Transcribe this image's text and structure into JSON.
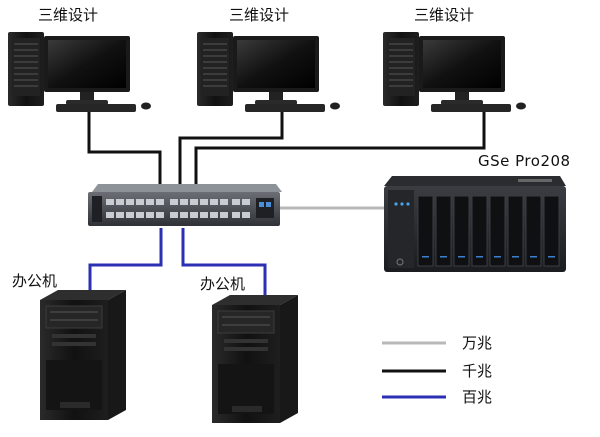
{
  "workstations": [
    {
      "label": "三维设计",
      "icon": "workstation-icon"
    },
    {
      "label": "三维设计",
      "icon": "workstation-icon"
    },
    {
      "label": "三维设计",
      "icon": "workstation-icon"
    }
  ],
  "nas": {
    "label": "GSe Pro208",
    "icon": "nas-icon"
  },
  "switch": {
    "icon": "network-switch-icon"
  },
  "office_pcs": [
    {
      "label": "办公机",
      "icon": "tower-pc-icon"
    },
    {
      "label": "办公机",
      "icon": "tower-pc-icon"
    }
  ],
  "legend": [
    {
      "label": "万兆",
      "color": "#b9b9b9"
    },
    {
      "label": "千兆",
      "color": "#111111"
    },
    {
      "label": "百兆",
      "color": "#2b2fb3"
    }
  ],
  "colors": {
    "ten_gigabit": "#b9b9b9",
    "gigabit": "#111111",
    "hundred_megabit": "#2b2fb3"
  }
}
